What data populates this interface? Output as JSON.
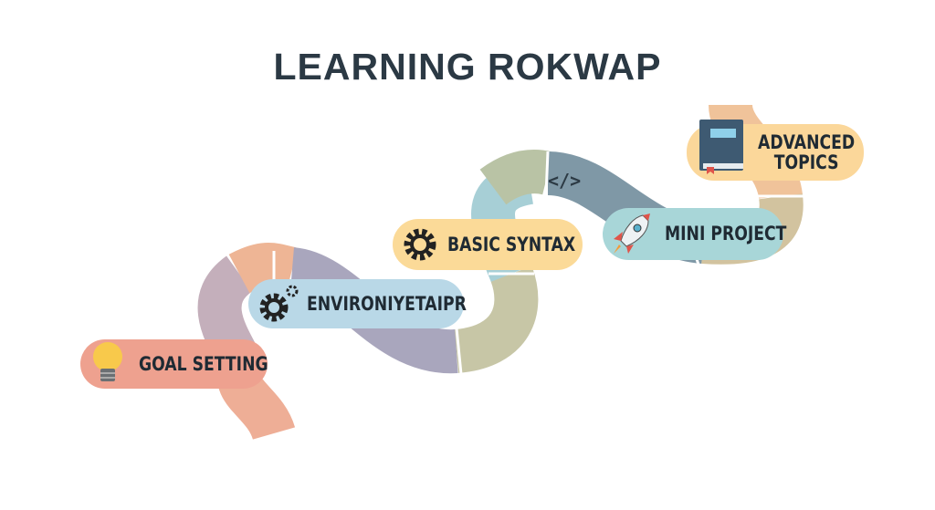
{
  "title": "LEARNING ROKWAP",
  "road_symbol": "</>",
  "steps": [
    {
      "label": "GOAL SETTING",
      "icon": "lightbulb-icon",
      "color": "#eea18f"
    },
    {
      "label": "ENVIRONIYETAIPR",
      "icon": "gears-icon",
      "color": "#b9d8e7"
    },
    {
      "label": "BASIC SYNTAX",
      "icon": "gear-icon",
      "color": "#fbda98"
    },
    {
      "label": "MINI PROJECT",
      "icon": "rocket-icon",
      "color": "#a8d6d8"
    },
    {
      "label": "ADVANCED\nTOPICS",
      "icon": "book-icon",
      "color": "#fbd79a"
    }
  ],
  "colors": {
    "title": "#2b3944",
    "road": [
      "#eeae96",
      "#c2aeb9",
      "#a9a6bd",
      "#b9c3a5",
      "#a7cfd6",
      "#7f98a6",
      "#d2c39f",
      "#f0c39a"
    ]
  }
}
